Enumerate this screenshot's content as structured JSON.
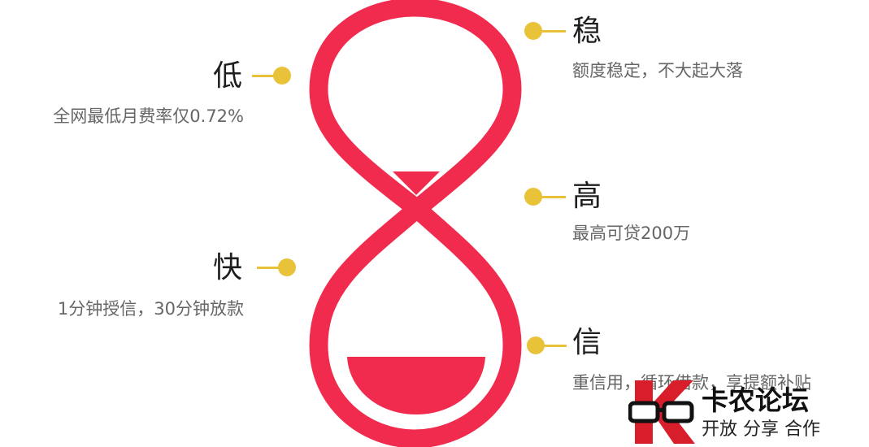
{
  "features": {
    "low": {
      "title": "低",
      "desc": "全网最低月费率仅0.72%"
    },
    "fast": {
      "title": "快",
      "desc": "1分钟授信，30分钟放款"
    },
    "stable": {
      "title": "稳",
      "desc": "额度稳定，不大起大落"
    },
    "high": {
      "title": "高",
      "desc": "最高可贷200万"
    },
    "trust": {
      "title": "信",
      "desc": "重信用，循环借款，享提额补贴"
    }
  },
  "watermark": {
    "name": "卡农论坛",
    "slogan": "开放 分享 合作"
  },
  "colors": {
    "hourglass": "#f12b4e",
    "accent": "#e8c33a",
    "title_text": "#1e1e1e",
    "desc_text": "#666666"
  },
  "icons": {
    "hourglass": "hourglass-icon",
    "bullet": "dot-icon",
    "logo": "kanong-logo-icon"
  }
}
